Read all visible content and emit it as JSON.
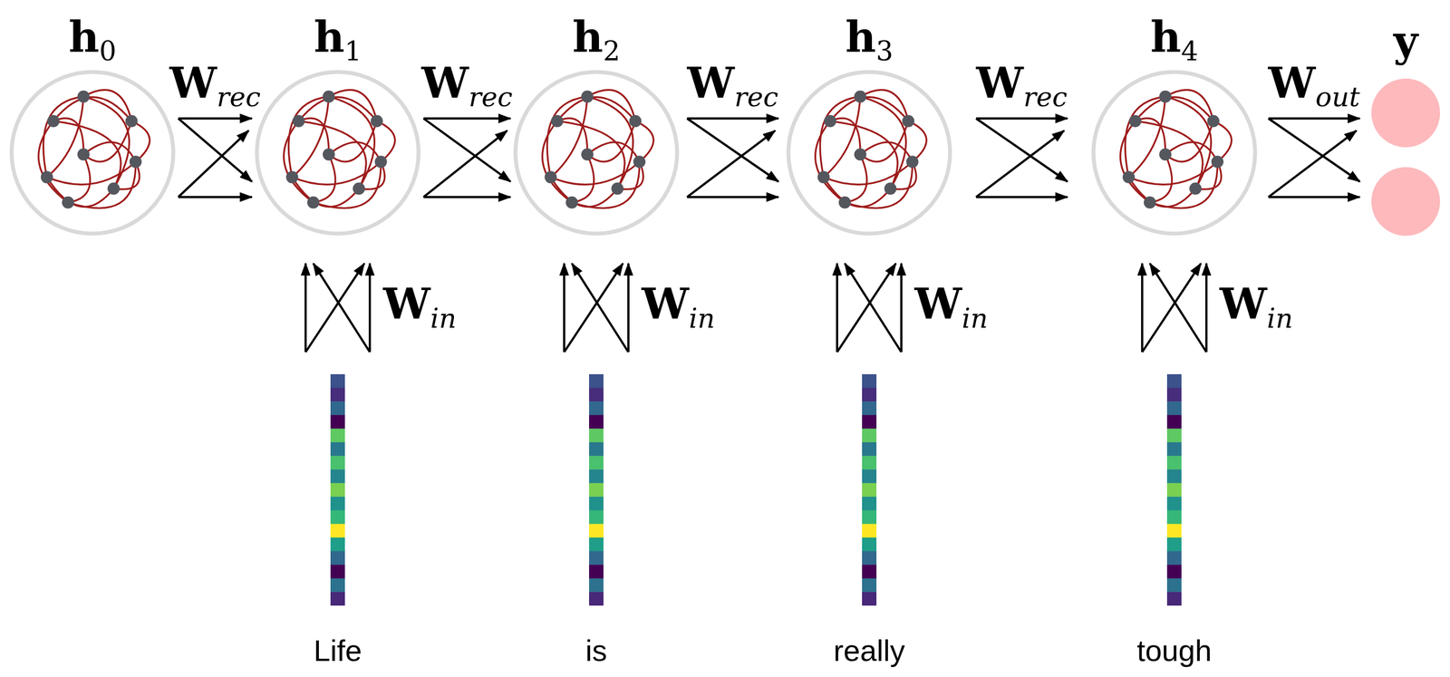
{
  "diagram": {
    "nodes": [
      {
        "text": [
          "h0"
        ]
      },
      {
        "text": [
          "h1"
        ]
      },
      {
        "text": [
          "h2"
        ]
      },
      {
        "text": [
          "h3"
        ]
      },
      {
        "text": [
          "h4"
        ]
      },
      {
        "text": [
          "y"
        ]
      },
      {
        "text": [
          "Life"
        ]
      },
      {
        "text": [
          "is"
        ]
      },
      {
        "text": [
          "really"
        ]
      },
      {
        "text": [
          "tough"
        ]
      }
    ],
    "edges": [
      {
        "from": 0,
        "to": 1,
        "label": "Wrec",
        "arrow": "to"
      },
      {
        "from": 1,
        "to": 2,
        "label": "Wrec",
        "arrow": "to"
      },
      {
        "from": 2,
        "to": 3,
        "label": "Wrec",
        "arrow": "to"
      },
      {
        "from": 3,
        "to": 4,
        "label": "Wrec",
        "arrow": "to"
      },
      {
        "from": 4,
        "to": 5,
        "label": "Wout",
        "arrow": "to"
      },
      {
        "from": 6,
        "to": 1,
        "label": "Win",
        "arrow": "to"
      },
      {
        "from": 7,
        "to": 2,
        "label": "Win",
        "arrow": "to"
      },
      {
        "from": 8,
        "to": 3,
        "label": "Win",
        "arrow": "to"
      },
      {
        "from": 9,
        "to": 4,
        "label": "Win",
        "arrow": "to"
      }
    ]
  }
}
